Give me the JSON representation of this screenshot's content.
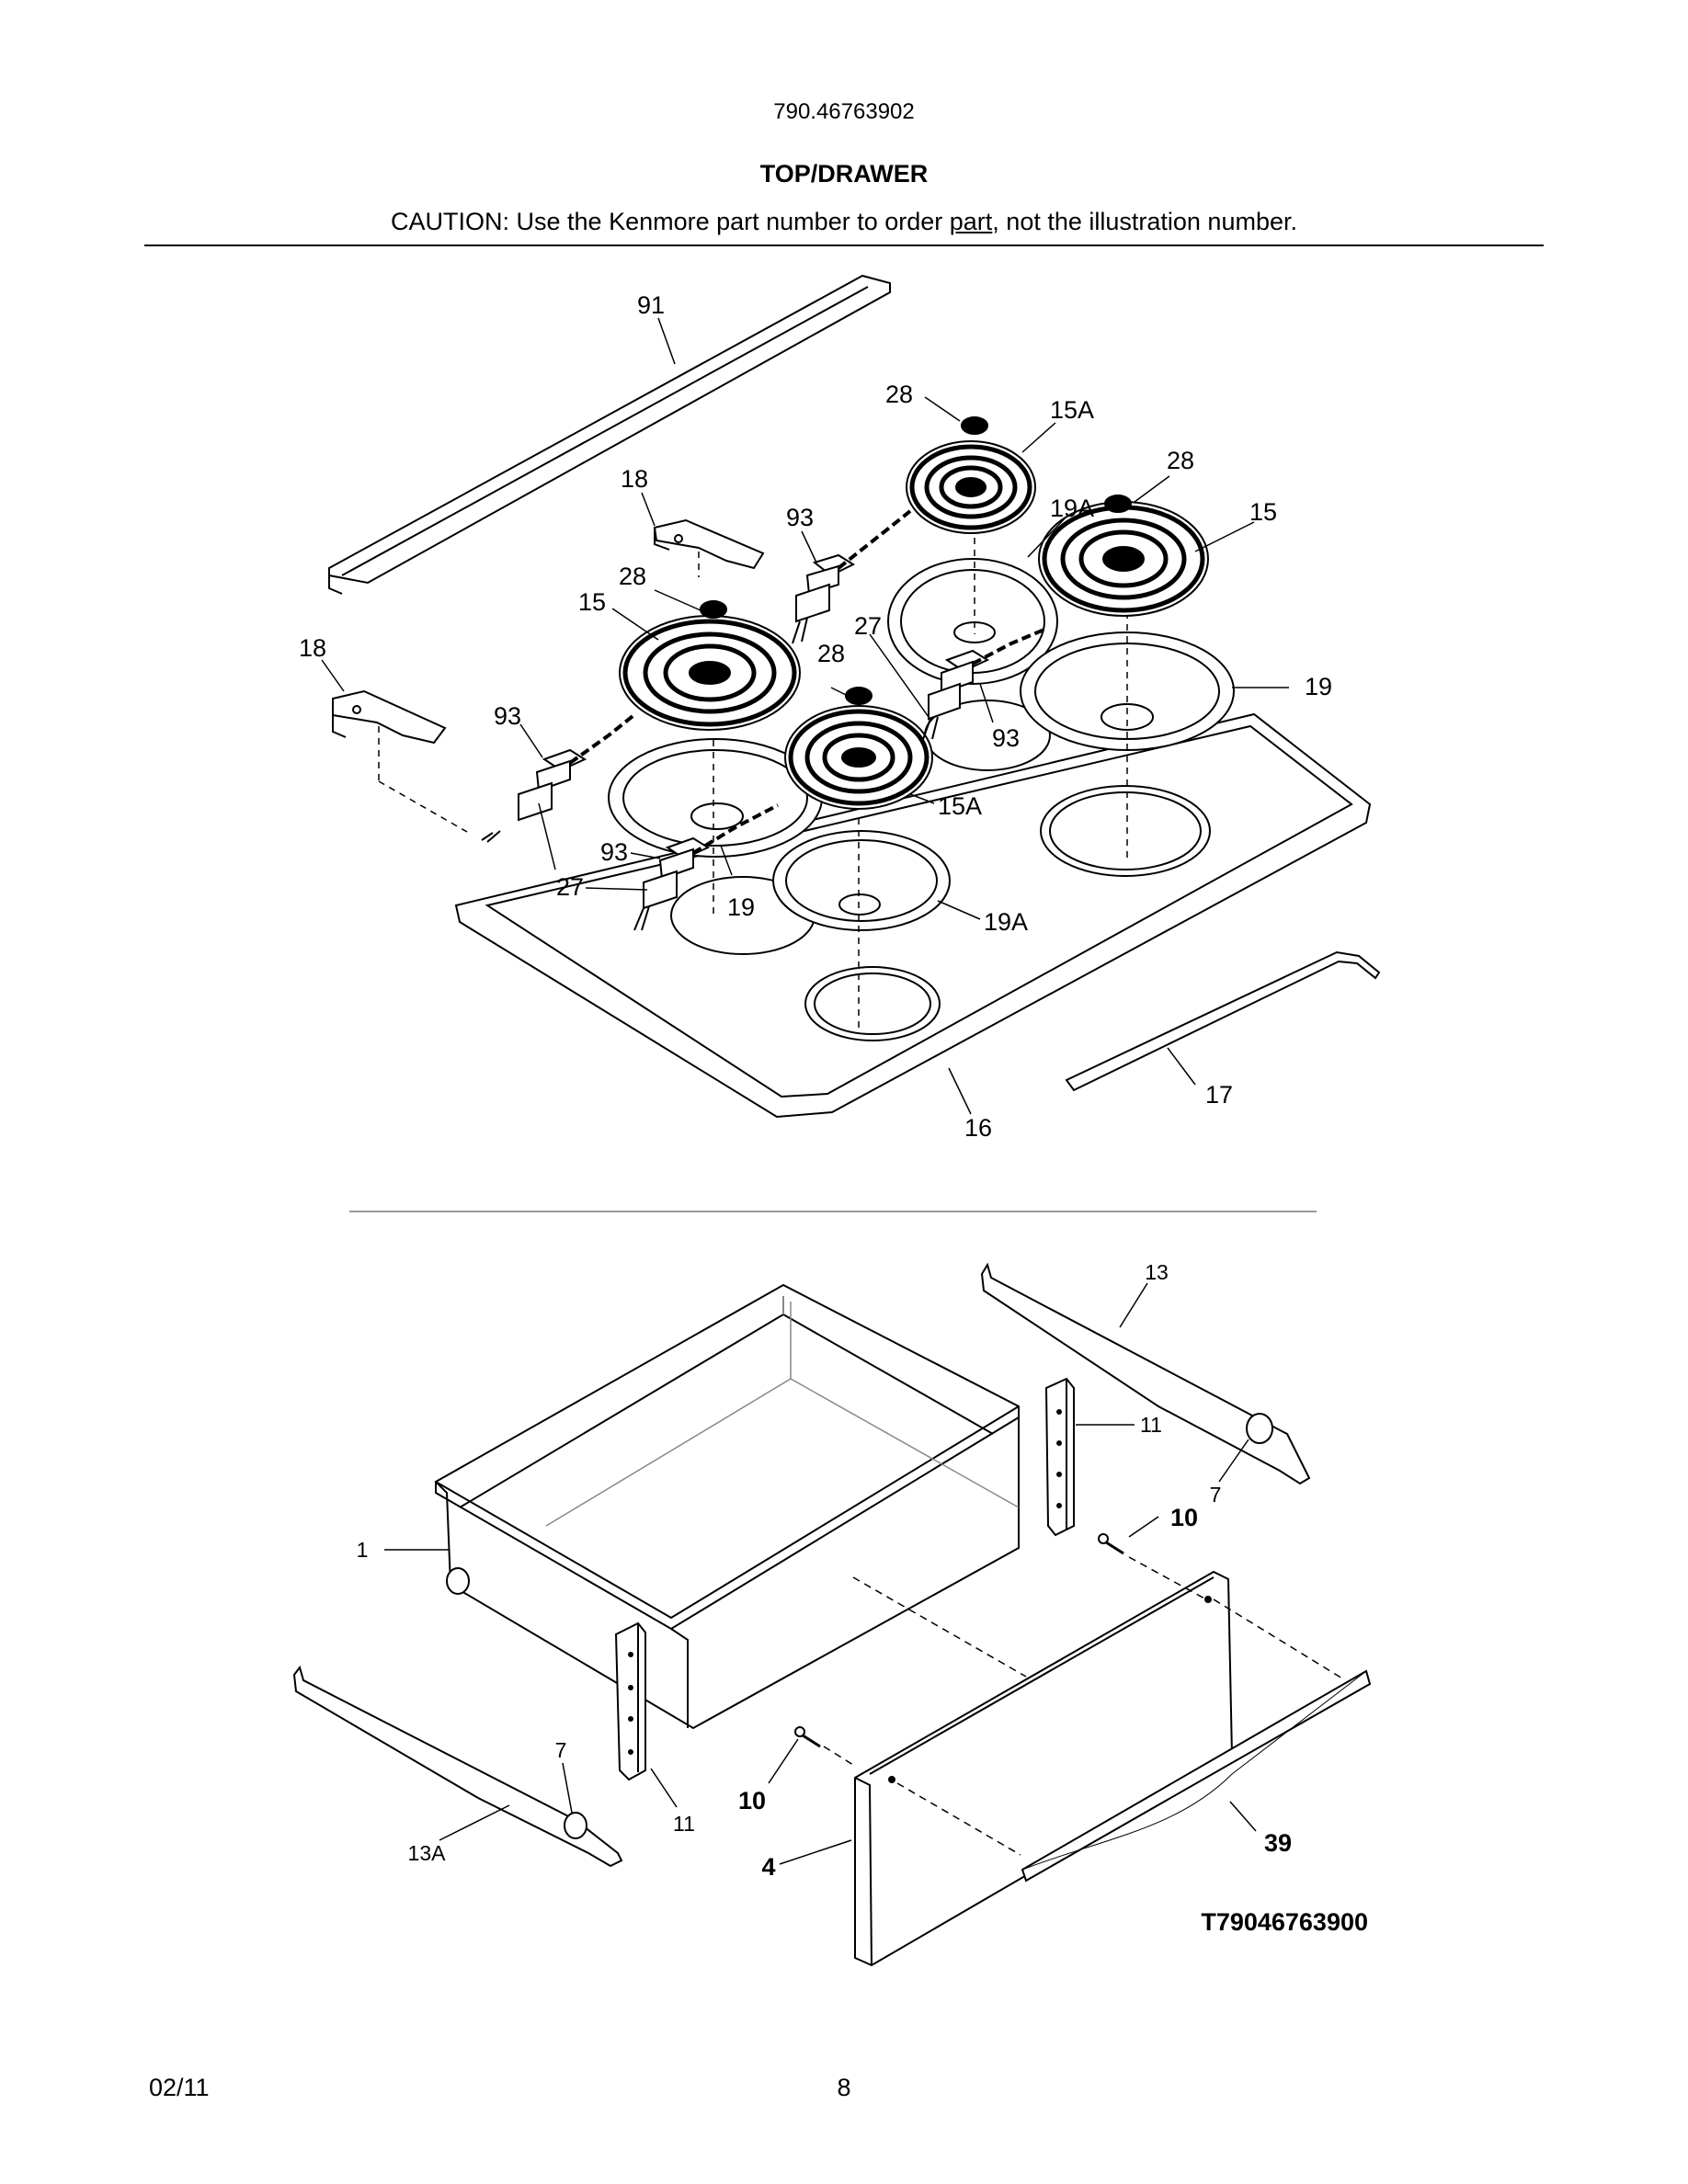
{
  "header": {
    "model_number": "790.46763902",
    "title": "TOP/DRAWER",
    "caution_before": "CAUTION: Use the Kenmore part number to order ",
    "caution_underlined": "part",
    "caution_after": ", not the illustration number."
  },
  "cooktop_callouts": [
    "91",
    "28",
    "15A",
    "28",
    "18",
    "93",
    "19A",
    "15",
    "28",
    "15",
    "27",
    "18",
    "28",
    "19",
    "93",
    "93",
    "15A",
    "93",
    "27",
    "19",
    "19A",
    "17",
    "16"
  ],
  "drawer_callouts": [
    "13",
    "11",
    "7",
    "10",
    "1",
    "7",
    "11",
    "13A",
    "10",
    "4",
    "39"
  ],
  "diagram_code": "T79046763900",
  "footer": {
    "date": "02/11",
    "page": "8"
  },
  "colors": {
    "ink": "#000000",
    "divider": "#9a9a9a"
  }
}
